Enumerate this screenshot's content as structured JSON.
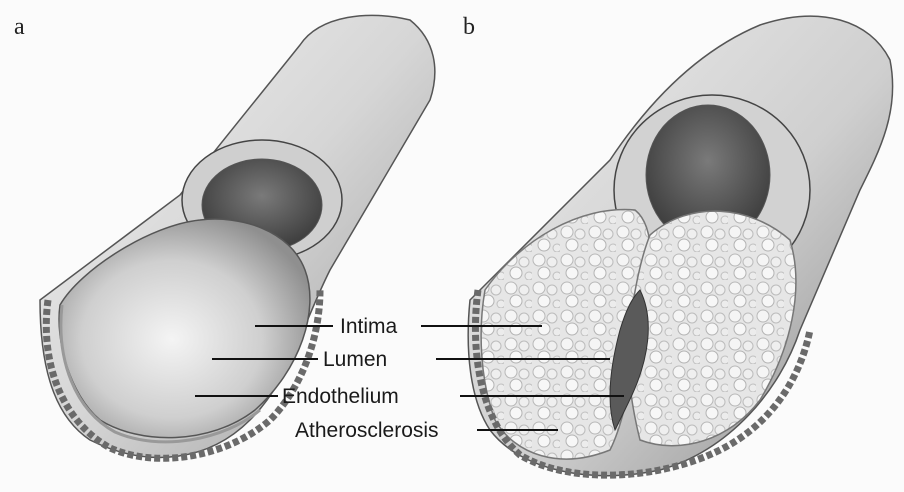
{
  "panels": {
    "a": {
      "letter": "a",
      "title": ""
    },
    "b": {
      "letter": "b",
      "title": ""
    }
  },
  "labels": {
    "intima": "Intima",
    "lumen": "Lumen",
    "endothelium": "Endothelium",
    "atherosclerosis": "Atherosclerosis"
  },
  "colors": {
    "paper": "#fbfbfb",
    "vessel_light": "#e4e4e4",
    "vessel_mid": "#bdbdbd",
    "vessel_dark": "#6e6e6e",
    "plaque": "#dedede",
    "line": "#111111"
  }
}
